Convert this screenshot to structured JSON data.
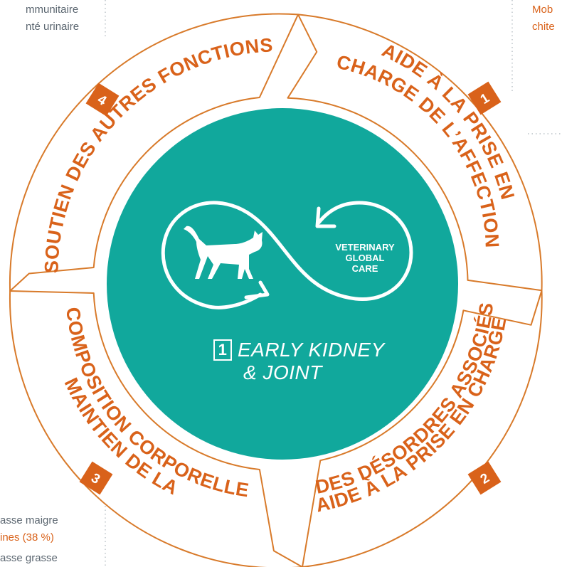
{
  "segments": [
    {
      "number": "1",
      "lines": [
        "AIDE À LA PRISE EN",
        "CHARGE DE L’AFFECTION"
      ]
    },
    {
      "number": "2",
      "lines": [
        "AIDE À LA PRISE EN CHARGE",
        "DES DÉSORDRES ASSOCIÉS"
      ]
    },
    {
      "number": "3",
      "lines": [
        "MAINTIEN DE LA",
        "COMPOSITION CORPORELLE"
      ]
    },
    {
      "number": "4",
      "lines": [
        "SOUTIEN DES AUTRES FONCTIONS"
      ]
    }
  ],
  "center": {
    "badge": "VETERINARY GLOBAL CARE",
    "badge_lines": [
      "VETERINARY",
      "GLOBAL",
      "CARE"
    ],
    "number": "1",
    "title_line1": "EARLY KIDNEY",
    "title_line2": "& JOINT"
  },
  "side_texts": {
    "top_left": [
      "mmunitaire",
      "nté urinaire"
    ],
    "top_right": [
      "Mob",
      "chite"
    ],
    "bottom_left": [
      "asse maigre",
      "ines (38 %)",
      "asse grasse"
    ]
  },
  "colors": {
    "teal": "#11a89c",
    "orange": "#d9621a",
    "outline": "#d87a2a",
    "grey_text": "#5b6670"
  }
}
